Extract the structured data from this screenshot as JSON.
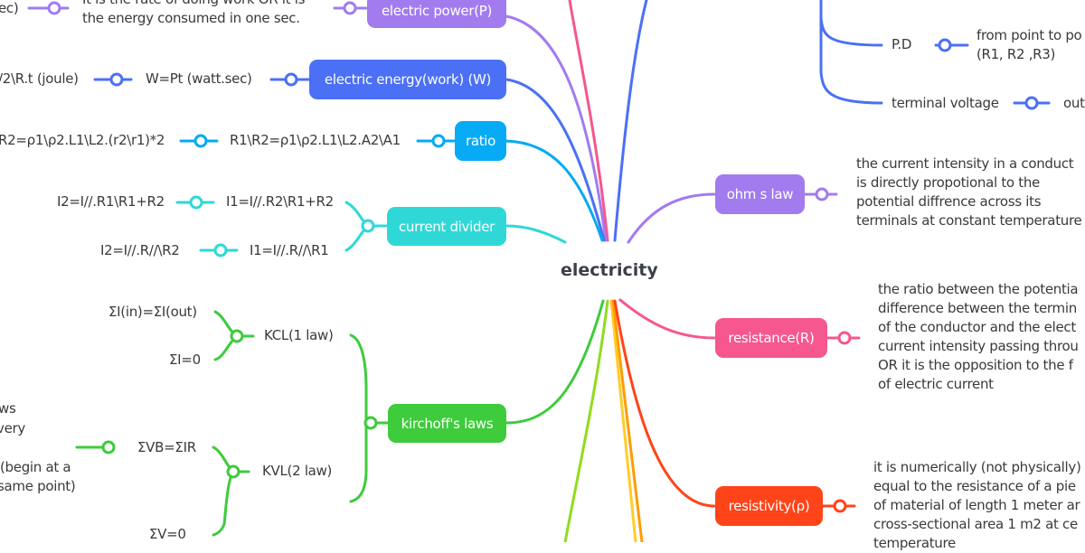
{
  "root": {
    "label": "electricity"
  },
  "colors": {
    "power": "#a27bef",
    "energy": "#4b70f5",
    "ratio": "#06aaf5",
    "divider": "#2fd8d6",
    "kirchhoff": "#3ecb3c",
    "ohm": "#a27bef",
    "resistance": "#f5578e",
    "resistivity": "#ff4419",
    "lime": "#90dc1c",
    "yellow": "#ffcc29",
    "orange": "#ff9c00",
    "pink_top": "#f5578e",
    "blue_top": "#4b70f5"
  },
  "left": {
    "power": {
      "label": "electric power(P)",
      "desc": "It is the rate of doing work OR it is\nthe energy consumed in one sec.",
      "far": "ec)"
    },
    "energy": {
      "label": "electric energy(work) (W)",
      "formula1": "W=Pt (watt.sec)",
      "formula2": "/2\\R.t (joule)"
    },
    "ratio": {
      "label": "ratio",
      "formula1": "R1\\R2=ρ1\\ρ2.L1\\L2.A2\\A1",
      "formula2": "R2=ρ1\\ρ2.L1\\L2.(r2\\r1)*2"
    },
    "divider": {
      "label": "current divider",
      "items": [
        {
          "a": "I1=I//.R2\\R1+R2",
          "b": "I2=I//.R1\\R1+R2"
        },
        {
          "a": "I1=I//.R//\\R1",
          "b": "I2=I//.R//\\R2"
        }
      ]
    },
    "kirchhoff": {
      "label": "kirchoff's laws",
      "kcl": {
        "label": "KCL(1 law)",
        "items": [
          "ΣI(in)=ΣI(out)",
          "ΣI=0"
        ]
      },
      "kvl": {
        "label": "KVL(2 law)",
        "items": [
          "ΣVB=ΣIR",
          "ΣV=0"
        ],
        "cut": [
          "ws",
          "very",
          "(begin at a",
          "same point)"
        ]
      }
    }
  },
  "right": {
    "pd": {
      "label": "P.D",
      "desc": "from point to po\n(R1, R2 ,R3)"
    },
    "terminal": {
      "label": "terminal voltage",
      "desc": "out"
    },
    "ohm": {
      "label": "ohm s law",
      "desc": "the current intensity in a conduct\nis directly propotional to the\npotential diffrence across its\nterminals at constant temperature"
    },
    "resistance": {
      "label": "resistance(R)",
      "desc": "the ratio between the potentia\ndifference between the termin\nof the conductor and the elect\ncurrent intensity passing throu\nOR it is the opposition to the f\nof electric current"
    },
    "resistivity": {
      "label": "resistivity(ρ)",
      "desc": "it is numerically (not physically)\nequal to the resistance of a pie\nof material of length 1 meter ar\ncross-sectional area 1 m2 at ce\ntemperature"
    }
  }
}
